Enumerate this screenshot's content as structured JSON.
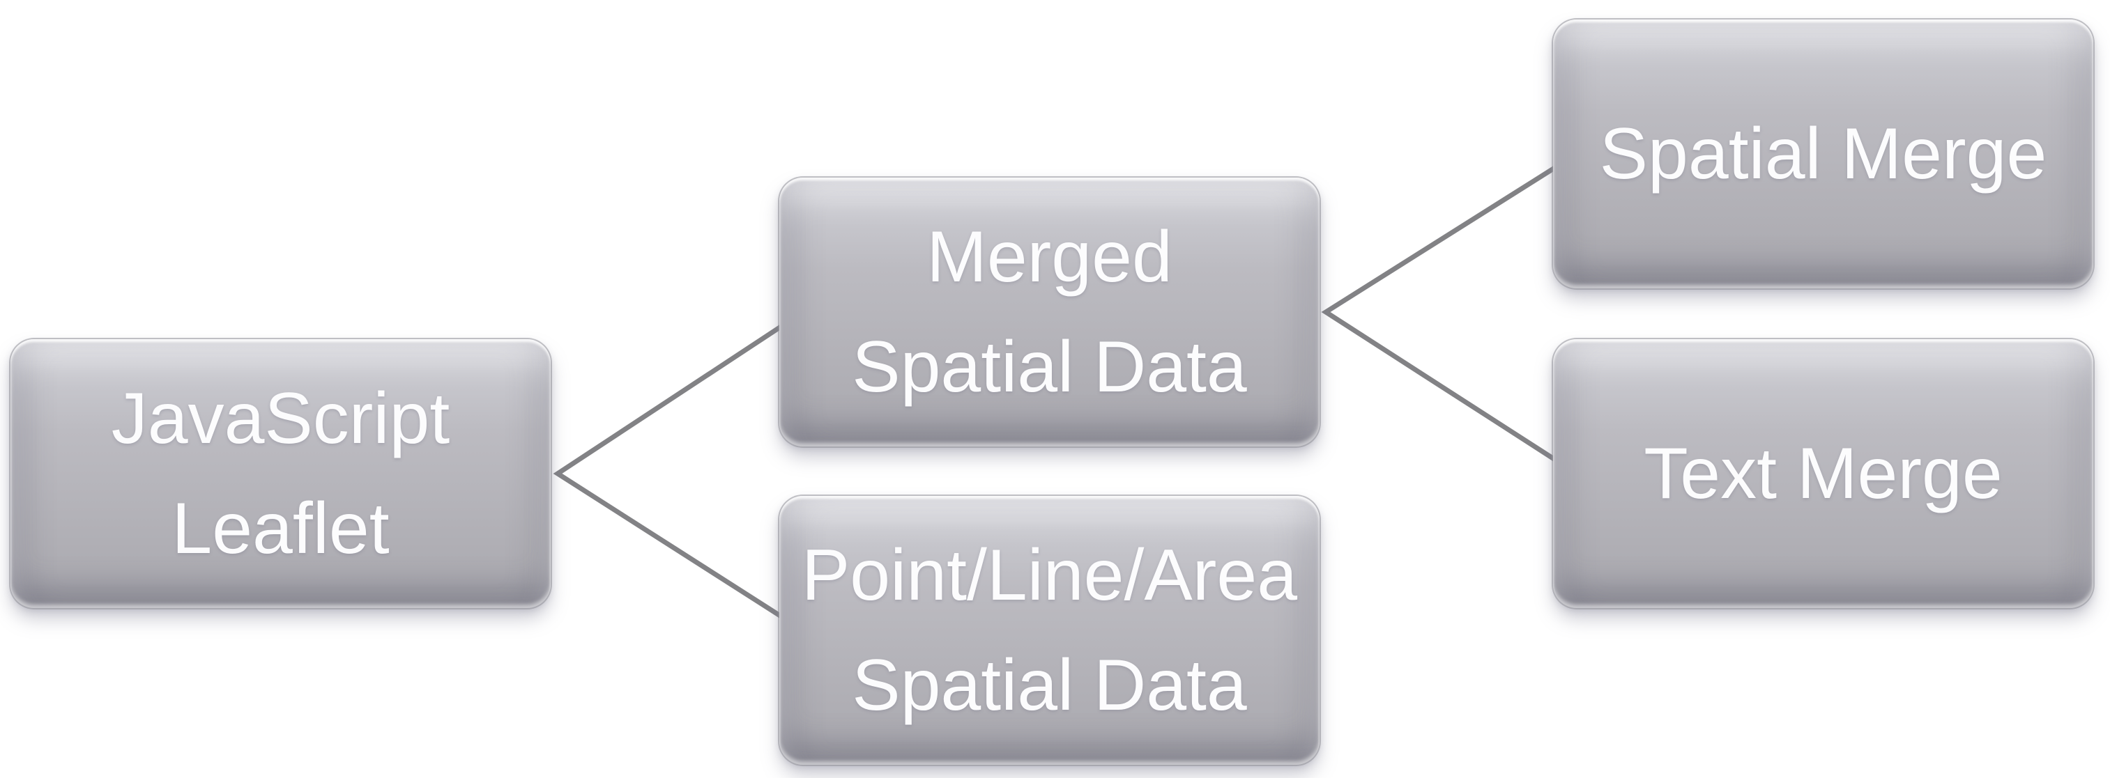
{
  "diagram": {
    "title": "JavaScript Leaflet spatial data hierarchy",
    "background_color": "#ffffff",
    "box_fill_color": "#bebdc2",
    "box_text_color": "#fcfcfd",
    "connector_color": "#828285",
    "nodes": {
      "root": {
        "id": "javascript-leaflet",
        "lines": [
          "JavaScript",
          "Leaflet"
        ]
      },
      "mid_top": {
        "id": "merged-spatial-data",
        "lines": [
          "Merged",
          "Spatial Data"
        ]
      },
      "mid_bottom": {
        "id": "point-line-area-spatial-data",
        "lines": [
          "Point/Line/Area",
          "Spatial Data"
        ]
      },
      "right_top": {
        "id": "spatial-merge",
        "lines": [
          "Spatial Merge"
        ]
      },
      "right_bottom": {
        "id": "text-merge",
        "lines": [
          "Text Merge"
        ]
      }
    },
    "edges": [
      {
        "from": "javascript-leaflet",
        "to": "merged-spatial-data"
      },
      {
        "from": "javascript-leaflet",
        "to": "point-line-area-spatial-data"
      },
      {
        "from": "merged-spatial-data",
        "to": "spatial-merge"
      },
      {
        "from": "merged-spatial-data",
        "to": "text-merge"
      }
    ]
  }
}
